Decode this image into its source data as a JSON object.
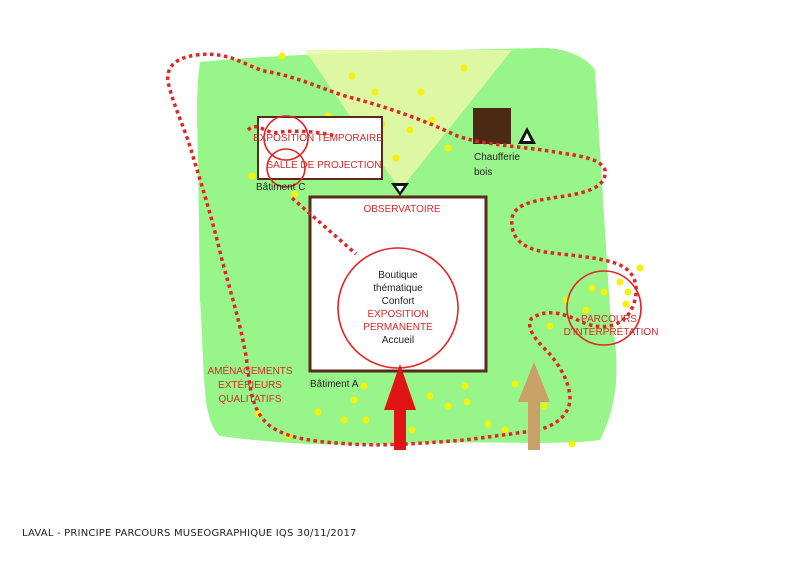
{
  "colors": {
    "grass": "#98f58a",
    "route": "#e02626",
    "building_border": "#5a2a1a",
    "boiler": "#4a2a14",
    "yellow_dot": "#f5f50a",
    "arrow_main": "#e01414",
    "arrow_secondary": "#c9a068",
    "viewcone": "#e8f5a0"
  },
  "labels": {
    "expo_temporaire": "EXPOSITION TEMPORAIRE",
    "salle_projection": "SALLE DE PROJECTION",
    "batiment_c": "Bâtiment C",
    "observatoire": "OBSERVATOIRE",
    "chaufferie_line1": "Chaufferie",
    "chaufferie_line2": "bois",
    "boutique": "Boutique",
    "thematique": "thématique",
    "confort": "Confort",
    "exposition": "EXPOSITION",
    "permanente": "PERMANENTE",
    "accueil": "Accueil",
    "batiment_a": "Bâtiment A",
    "amenagements_1": "AMÉNAGEMENTS",
    "amenagements_2": "EXTÉRIEURS",
    "amenagements_3": "QUALITATIFS",
    "parcours_1": "PARCOURS",
    "parcours_2": "D'INTERPRÉTATION"
  },
  "caption": "LAVAL - PRINCIPE PARCOURS MUSEOGRAPHIQUE IQS 30/11/2017"
}
